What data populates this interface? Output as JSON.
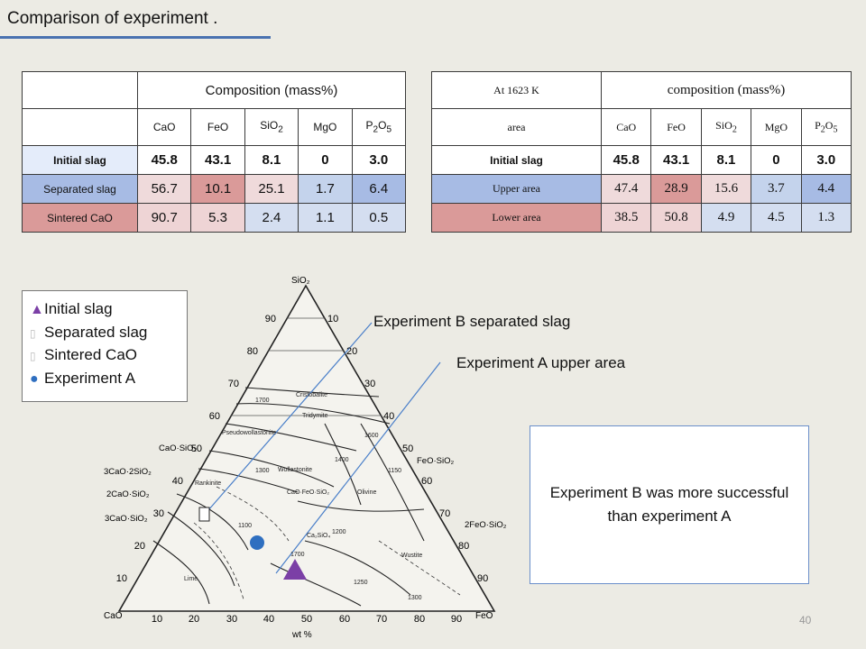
{
  "slide": {
    "title": "Comparison of experiment .",
    "page_number": "40",
    "conclusion": "Experiment B was more successful than experiment A"
  },
  "table_left": {
    "header": "Composition (mass%)",
    "columns": [
      "CaO",
      "FeO",
      "SiO",
      "MgO",
      "P",
      "O"
    ],
    "column_subscripts": [
      "2",
      "2",
      "5"
    ],
    "rows": [
      {
        "label": "Initial slag",
        "values": [
          "45.8",
          "43.1",
          "8.1",
          "0",
          "3.0"
        ]
      },
      {
        "label": "Separated slag",
        "values": [
          "56.7",
          "10.1",
          "25.1",
          "1.7",
          "6.4"
        ]
      },
      {
        "label": "Sintered CaO",
        "values": [
          "90.7",
          "5.3",
          "2.4",
          "1.1",
          "0.5"
        ]
      }
    ]
  },
  "table_right": {
    "corner": "At 1623 K",
    "header": "composition (mass%)",
    "area_label": "area",
    "columns": [
      "CaO",
      "FeO",
      "SiO",
      "MgO",
      "P",
      "O"
    ],
    "column_subscripts": [
      "2",
      "2",
      "5"
    ],
    "rows": [
      {
        "label": "Initial slag",
        "values": [
          "45.8",
          "43.1",
          "8.1",
          "0",
          "3.0"
        ]
      },
      {
        "label": "Upper area",
        "values": [
          "47.4",
          "28.9",
          "15.6",
          "3.7",
          "4.4"
        ]
      },
      {
        "label": "Lower area",
        "values": [
          "38.5",
          "50.8",
          "4.9",
          "4.5",
          "1.3"
        ]
      }
    ]
  },
  "legend": {
    "items": [
      "Initial slag",
      "Separated slag",
      "Sintered CaO",
      "Experiment A"
    ],
    "symbols": [
      "▲",
      "▯",
      "▯",
      "●"
    ]
  },
  "annotations": {
    "exp_b": "Experiment B separated slag",
    "exp_a": "Experiment A upper area"
  },
  "diagram": {
    "apex_labels": [
      "SiO₂",
      "CaO",
      "FeO"
    ],
    "axis_label": "wt %",
    "bottom_ticks": [
      "10",
      "20",
      "30",
      "40",
      "50",
      "60",
      "70",
      "80",
      "90"
    ],
    "left_ticks": [
      "90",
      "80",
      "70",
      "60",
      "50",
      "40",
      "30",
      "20",
      "10"
    ],
    "right_ticks": [
      "10",
      "20",
      "30",
      "40",
      "50",
      "60",
      "70",
      "80",
      "90"
    ],
    "compounds": [
      "CaO·SiO₂",
      "3CaO·2SiO₂",
      "2CaO·SiO₂",
      "3CaO·SiO₂",
      "FeO·SiO₂",
      "2FeO·SiO₂"
    ],
    "phase_labels": [
      "Cristobalite",
      "Tridymite",
      "Pseudowollastonite",
      "Wollastonite",
      "Rankinite",
      "Olivine",
      "Ca₂SiO₄",
      "Lime",
      "Wustite",
      "CaO·FeO·SiO₂"
    ],
    "isotherms": [
      "1700",
      "1600",
      "1400",
      "1300",
      "1200",
      "1150",
      "1100",
      "1250",
      "1700",
      "1300"
    ],
    "experiment_a_point": {
      "CaO": 47.4,
      "FeO": 28.9,
      "SiO2": 15.6
    },
    "initial_slag_point": {
      "CaO": 45.8,
      "FeO": 43.1,
      "SiO2": 8.1
    },
    "separated_slag_point": {
      "CaO": 56.7,
      "FeO": 10.1,
      "SiO2": 25.1
    }
  }
}
